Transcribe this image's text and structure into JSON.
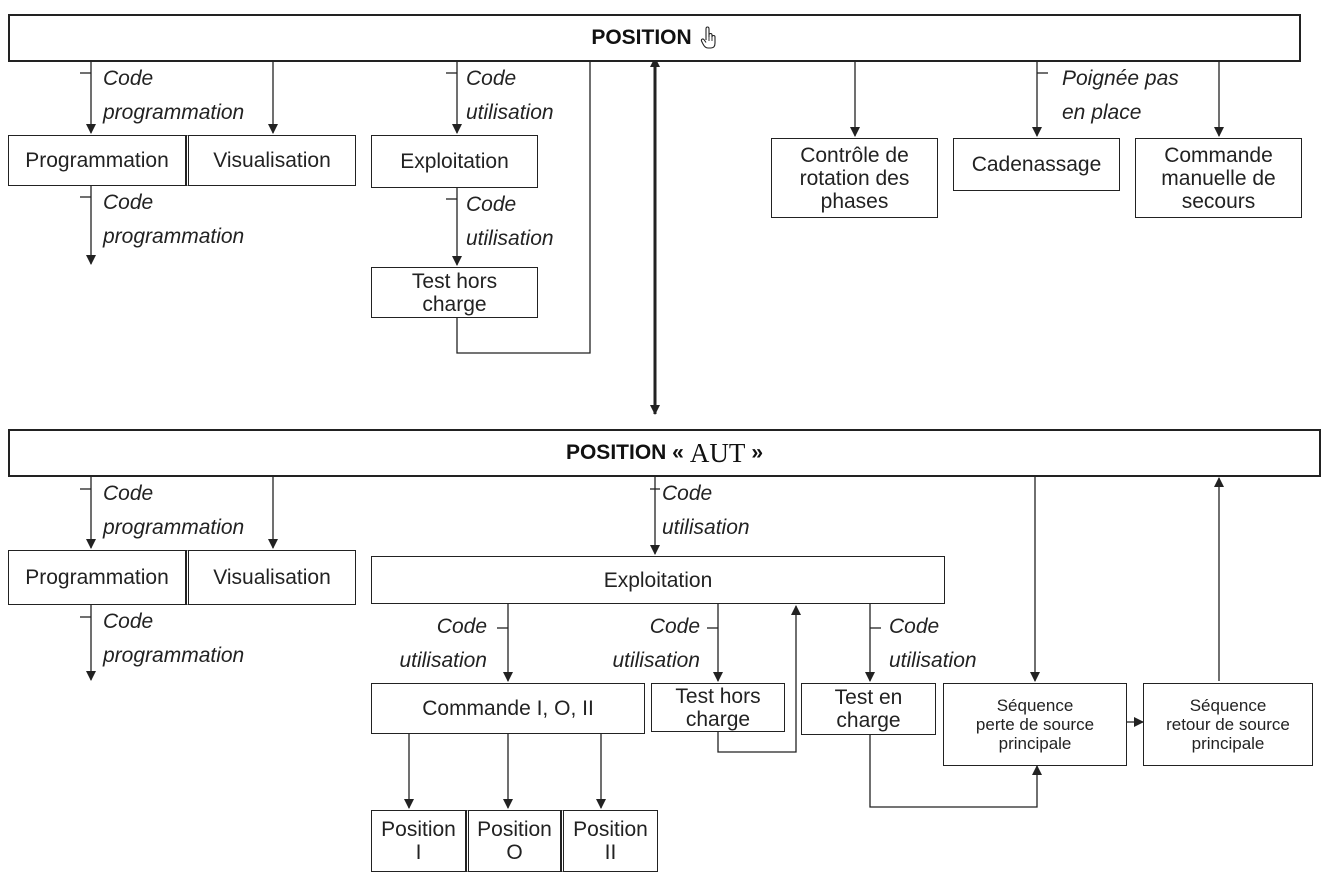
{
  "header_manual": {
    "label": "POSITION",
    "icon": "hand-pointer-icon"
  },
  "header_auto": {
    "prefix": "POSITION «",
    "aut": "AUT",
    "suffix": "»"
  },
  "top": {
    "programmation": "Programmation",
    "visualisation": "Visualisation",
    "exploitation": "Exploitation",
    "test_hors_charge": "Test hors\ncharge",
    "controle_rotation": "Contrôle de\nrotation des\nphases",
    "cadenassage": "Cadenassage",
    "commande_manuelle": "Commande\nmanuelle de\nsecours",
    "code_prog_1": "Code\nprogrammation",
    "code_prog_2": "Code\nprogrammation",
    "code_util_1": "Code\nutilisation",
    "code_util_2": "Code\nutilisation",
    "poignee": "Poignée pas\nen place"
  },
  "bottom": {
    "programmation": "Programmation",
    "visualisation": "Visualisation",
    "exploitation": "Exploitation",
    "commande": "Commande I, O, II",
    "test_hors_charge": "Test hors\ncharge",
    "test_en_charge": "Test en\ncharge",
    "seq_perte": "Séquence\nperte de source\nprincipale",
    "seq_retour": "Séquence\nretour de source\nprincipale",
    "position_1": "Position\nI",
    "position_0": "Position\nO",
    "position_2": "Position\nII",
    "code_prog_1": "Code\nprogrammation",
    "code_prog_2": "Code\nprogrammation",
    "code_util_main": "Code\nutilisation",
    "code_util_cmd": "Code\nutilisation",
    "code_util_test": "Code\nutilisation",
    "code_util_charge": "Code\nutilisation"
  },
  "colors": {
    "line": "#222222",
    "background": "#ffffff"
  }
}
